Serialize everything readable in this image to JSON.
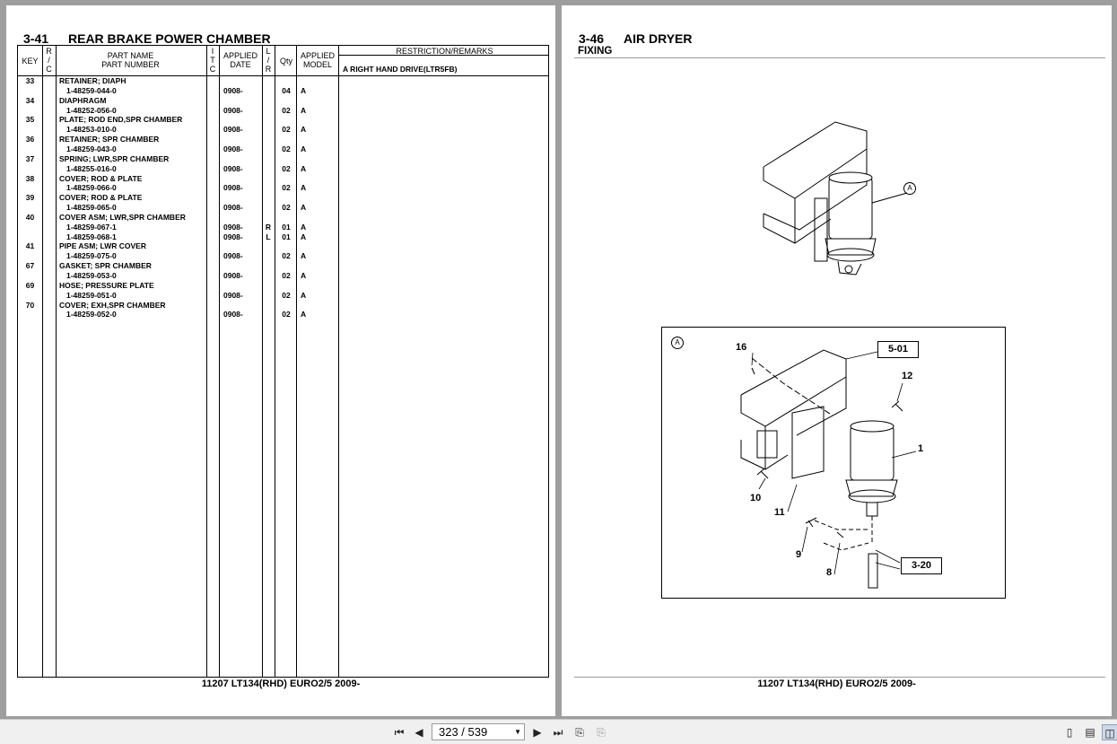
{
  "left_page": {
    "section_number": "3-41",
    "section_title": "REAR BRAKE POWER CHAMBER",
    "headers": {
      "key": "KEY",
      "rc": [
        "R",
        "/",
        "C"
      ],
      "part_name": "PART NAME",
      "part_number": "PART NUMBER",
      "itc": [
        "I",
        "T",
        "C"
      ],
      "applied_date": [
        "APPLIED",
        "DATE"
      ],
      "lr": [
        "L",
        "/",
        "R"
      ],
      "qty": "Qty",
      "applied_model": [
        "APPLIED",
        "MODEL"
      ],
      "remarks": "RESTRICTION/REMARKS",
      "remarks_sub": "A RIGHT HAND DRIVE(LTR5FB)"
    },
    "rows": [
      {
        "key": "33",
        "name": "RETAINER; DIAPH",
        "pn": "",
        "date": "",
        "lr": "",
        "qty": "",
        "model": ""
      },
      {
        "key": "",
        "name": "",
        "pn": "1-48259-044-0",
        "date": "0908-",
        "lr": "",
        "qty": "04",
        "model": "A"
      },
      {
        "key": "34",
        "name": "DIAPHRAGM",
        "pn": "",
        "date": "",
        "lr": "",
        "qty": "",
        "model": ""
      },
      {
        "key": "",
        "name": "",
        "pn": "1-48252-056-0",
        "date": "0908-",
        "lr": "",
        "qty": "02",
        "model": "A"
      },
      {
        "key": "35",
        "name": "PLATE; ROD END,SPR CHAMBER",
        "pn": "",
        "date": "",
        "lr": "",
        "qty": "",
        "model": ""
      },
      {
        "key": "",
        "name": "",
        "pn": "1-48253-010-0",
        "date": "0908-",
        "lr": "",
        "qty": "02",
        "model": "A"
      },
      {
        "key": "36",
        "name": "RETAINER; SPR CHAMBER",
        "pn": "",
        "date": "",
        "lr": "",
        "qty": "",
        "model": ""
      },
      {
        "key": "",
        "name": "",
        "pn": "1-48259-043-0",
        "date": "0908-",
        "lr": "",
        "qty": "02",
        "model": "A"
      },
      {
        "key": "37",
        "name": "SPRING; LWR,SPR CHAMBER",
        "pn": "",
        "date": "",
        "lr": "",
        "qty": "",
        "model": ""
      },
      {
        "key": "",
        "name": "",
        "pn": "1-48255-016-0",
        "date": "0908-",
        "lr": "",
        "qty": "02",
        "model": "A"
      },
      {
        "key": "38",
        "name": "COVER; ROD & PLATE",
        "pn": "",
        "date": "",
        "lr": "",
        "qty": "",
        "model": ""
      },
      {
        "key": "",
        "name": "",
        "pn": "1-48259-066-0",
        "date": "0908-",
        "lr": "",
        "qty": "02",
        "model": "A"
      },
      {
        "key": "39",
        "name": "COVER; ROD & PLATE",
        "pn": "",
        "date": "",
        "lr": "",
        "qty": "",
        "model": ""
      },
      {
        "key": "",
        "name": "",
        "pn": "1-48259-065-0",
        "date": "0908-",
        "lr": "",
        "qty": "02",
        "model": "A"
      },
      {
        "key": "40",
        "name": "COVER ASM; LWR,SPR CHAMBER",
        "pn": "",
        "date": "",
        "lr": "",
        "qty": "",
        "model": ""
      },
      {
        "key": "",
        "name": "",
        "pn": "1-48259-067-1",
        "date": "0908-",
        "lr": "R",
        "qty": "01",
        "model": "A"
      },
      {
        "key": "",
        "name": "",
        "pn": "1-48259-068-1",
        "date": "0908-",
        "lr": "L",
        "qty": "01",
        "model": "A"
      },
      {
        "key": "41",
        "name": "PIPE ASM; LWR COVER",
        "pn": "",
        "date": "",
        "lr": "",
        "qty": "",
        "model": ""
      },
      {
        "key": "",
        "name": "",
        "pn": "1-48259-075-0",
        "date": "0908-",
        "lr": "",
        "qty": "02",
        "model": "A"
      },
      {
        "key": "67",
        "name": "GASKET; SPR CHAMBER",
        "pn": "",
        "date": "",
        "lr": "",
        "qty": "",
        "model": ""
      },
      {
        "key": "",
        "name": "",
        "pn": "1-48259-053-0",
        "date": "0908-",
        "lr": "",
        "qty": "02",
        "model": "A"
      },
      {
        "key": "69",
        "name": "HOSE; PRESSURE PLATE",
        "pn": "",
        "date": "",
        "lr": "",
        "qty": "",
        "model": ""
      },
      {
        "key": "",
        "name": "",
        "pn": "1-48259-051-0",
        "date": "0908-",
        "lr": "",
        "qty": "02",
        "model": "A"
      },
      {
        "key": "70",
        "name": "COVER; EXH,SPR CHAMBER",
        "pn": "",
        "date": "",
        "lr": "",
        "qty": "",
        "model": ""
      },
      {
        "key": "",
        "name": "",
        "pn": "1-48259-052-0",
        "date": "0908-",
        "lr": "",
        "qty": "02",
        "model": "A"
      }
    ],
    "footer": "11207 LT134(RHD) EURO2/5 2009-"
  },
  "right_page": {
    "section_number": "3-46",
    "section_title": "AIR DRYER",
    "subtitle": "FIXING",
    "detail_marker": "A",
    "callouts": {
      "c16": "16",
      "c501": "5-01",
      "c12": "12",
      "c1": "1",
      "c10": "10",
      "c11": "11",
      "c9": "9",
      "c8": "8",
      "c320": "3-20"
    },
    "footer": "11207 LT134(RHD) EURO2/5 2009-"
  },
  "toolbar": {
    "page_indicator": "323 / 539"
  }
}
